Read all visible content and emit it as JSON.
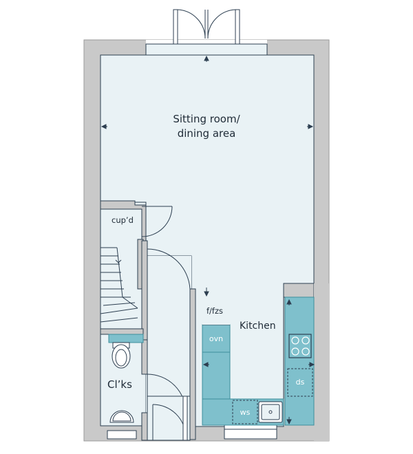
{
  "rooms": {
    "sitting_line1": "Sitting room/",
    "sitting_line2": "dining area",
    "kitchen": "Kitchen",
    "cupboard": "cup’d",
    "cloaks": "Cl’ks",
    "fridge_freezer": "f/fzs"
  },
  "appliances": {
    "oven": "ovn",
    "dishwasher": "ds",
    "washer": "ws"
  },
  "colors": {
    "wall": "#c9c9c9",
    "floor": "#e9f2f5",
    "cabinet": "#7fc0cc",
    "cabinet_stroke": "#3d8e9c",
    "line": "#2c3e50"
  }
}
